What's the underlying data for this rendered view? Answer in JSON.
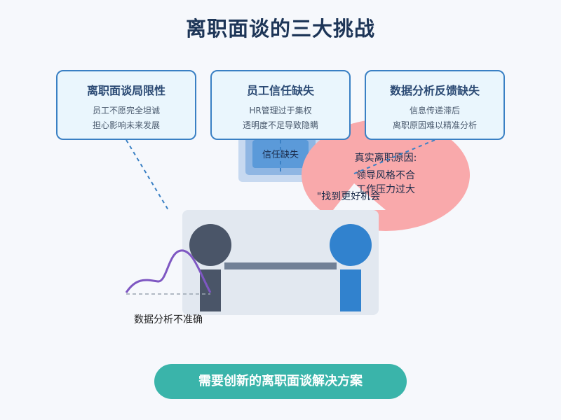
{
  "title": "离职面谈的三大挑战",
  "cards": [
    {
      "title": "离职面谈局限性",
      "lines": [
        "员工不愿完全坦诚",
        "担心影响未来发展"
      ]
    },
    {
      "title": "员工信任缺失",
      "lines": [
        "HR管理过于集权",
        "透明度不足导致隐瞒"
      ]
    },
    {
      "title": "数据分析反馈缺失",
      "lines": [
        "信息传递滞后",
        "离职原因难以精准分析"
      ]
    }
  ],
  "trust_box_label": "信任缺失",
  "bubble": {
    "heading": "真实离职原因:",
    "reasons": [
      "领导风格不合",
      "工作压力过大"
    ],
    "stated_reason": "\"找到更好机会"
  },
  "data_label": "数据分析不准确",
  "cta_label": "需要创新的离职面谈解决方案",
  "colors": {
    "title": "#1d3557",
    "card_border": "#3a80c4",
    "card_fill": "#eaf6fd",
    "bubble": "#f9a9ab",
    "interviewer": "#4a5568",
    "employee": "#3182ce",
    "curve": "#7e57c2",
    "cta": "#3ab4aa"
  }
}
